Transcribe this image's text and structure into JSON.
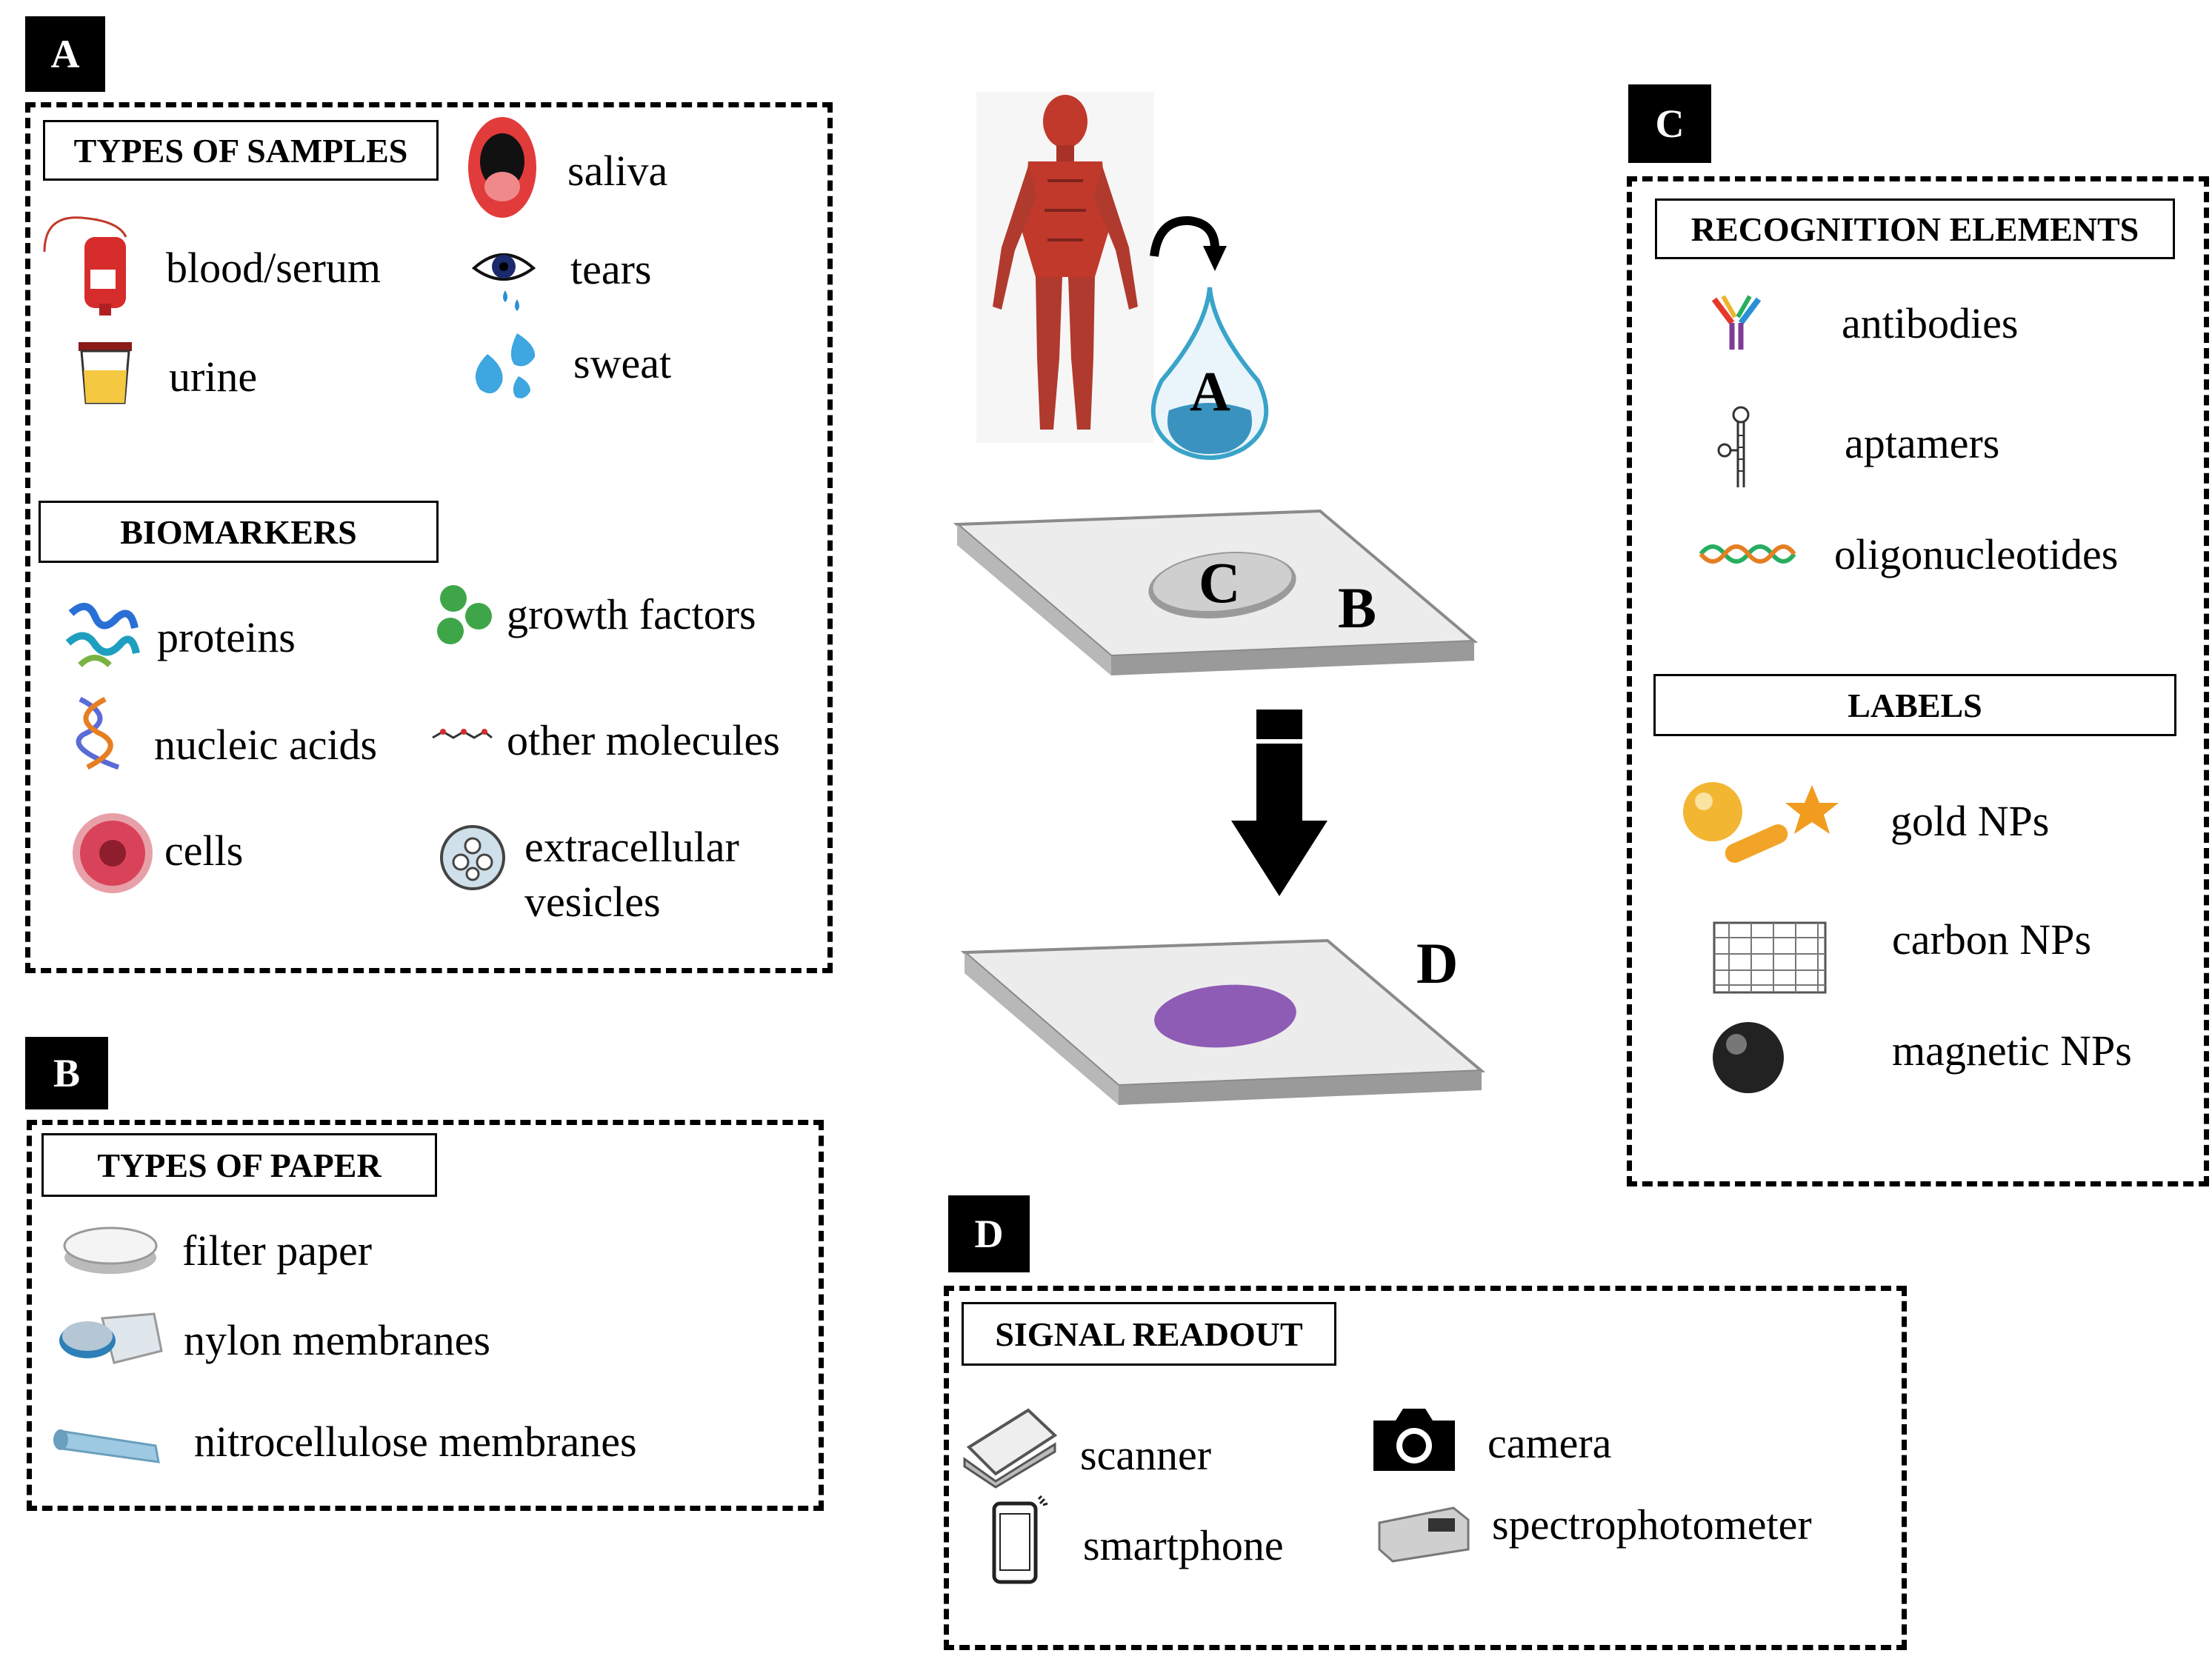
{
  "panel_a": {
    "tag": "A",
    "samples_header": "TYPES OF SAMPLES",
    "samples": {
      "blood": "blood/serum",
      "urine": "urine",
      "saliva": "saliva",
      "tears": "tears",
      "sweat": "sweat"
    },
    "biomarkers_header": "BIOMARKERS",
    "biomarkers": {
      "proteins": "proteins",
      "nucleic_acids": "nucleic acids",
      "cells": "cells",
      "growth_factors": "growth factors",
      "other_molecules": "other molecules",
      "vesicles_line1": "extracellular",
      "vesicles_line2": "vesicles"
    }
  },
  "panel_b": {
    "tag": "B",
    "header": "TYPES OF PAPER",
    "items": {
      "filter": "filter paper",
      "nylon": "nylon membranes",
      "nitro": "nitrocellulose membranes"
    }
  },
  "panel_c": {
    "tag": "C",
    "recognition_header": "RECOGNITION ELEMENTS",
    "recognition": {
      "antibodies": "antibodies",
      "aptamers": "aptamers",
      "oligos": "oligonucleotides"
    },
    "labels_header": "LABELS",
    "labels": {
      "gold": "gold NPs",
      "carbon": "carbon NPs",
      "magnetic": "magnetic NPs"
    }
  },
  "panel_d": {
    "tag": "D",
    "header": "SIGNAL READOUT",
    "items": {
      "scanner": "scanner",
      "smartphone": "smartphone",
      "camera": "camera",
      "spectro": "spectrophotometer"
    }
  },
  "center": {
    "drop_letter": "A",
    "spot_letter": "C",
    "paper_letter": "B",
    "result_letter": "D"
  },
  "colors": {
    "muscle": "#c0392b",
    "drop": "#3aa3c9",
    "result_spot": "#8e5bb5",
    "paper": "#d9d9d9"
  }
}
